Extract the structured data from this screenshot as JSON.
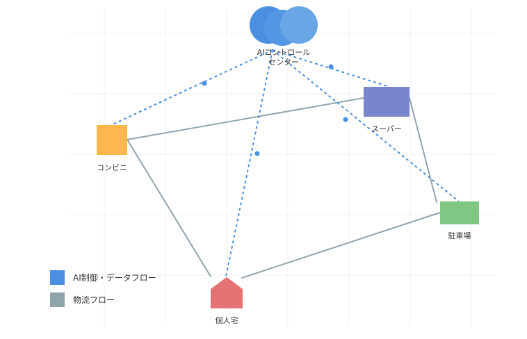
{
  "nodes": {
    "center": {
      "label_line1": "AIコントロール",
      "label_line2": "センター",
      "colors": [
        "#4a8fe2",
        "#5497e4",
        "#6aa6e6"
      ]
    },
    "conveni": {
      "label": "コンビニ",
      "color": "#ffb74d"
    },
    "super": {
      "label": "スーパー",
      "color": "#7986cb"
    },
    "parking": {
      "label": "駐車場",
      "color": "#81c784"
    },
    "home": {
      "label": "個人宅",
      "color": "#e57373"
    }
  },
  "edges": {
    "logistics_color": "#90a4ae",
    "ai_color": "#4a8fe2"
  },
  "legend": {
    "ai_label": "AI制御・データフロー",
    "ai_color": "#4a8fe2",
    "logistics_label": "物流フロー",
    "logistics_color": "#90a4ae"
  }
}
